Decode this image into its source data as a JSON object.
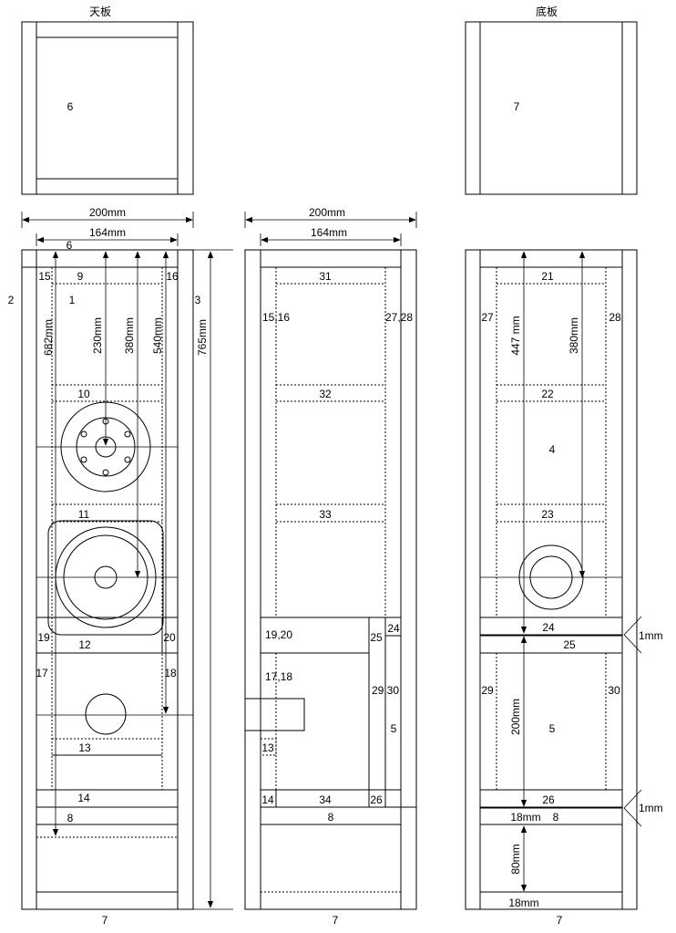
{
  "top_panel": {
    "title": "天板",
    "part": "6"
  },
  "bottom_panel": {
    "title": "底板",
    "part": "7"
  },
  "front": {
    "dims": {
      "outer_width": "200mm",
      "inner_width": "164mm",
      "d_682": "682mm",
      "d_230": "230mm",
      "d_380": "380mm",
      "d_540": "540mm",
      "d_765": "765mm"
    },
    "labels": {
      "top": "6",
      "left_side": "2",
      "right_side": "3",
      "front": "1",
      "bottom": "7",
      "p15": "15",
      "p9": "9",
      "p16": "16",
      "p10": "10",
      "p11": "11",
      "p19": "19",
      "p12": "12",
      "p20": "20",
      "p17": "17",
      "p18": "18",
      "p13": "13",
      "p14": "14",
      "p8": "8"
    }
  },
  "side": {
    "dims": {
      "outer_width": "200mm",
      "inner_width": "164mm"
    },
    "labels": {
      "p31": "31",
      "p1516": "15,16",
      "p2728": "27,28",
      "p32": "32",
      "p33": "33",
      "p1920": "19,20",
      "p25": "25",
      "p24": "24",
      "p1718": "17,18",
      "p2930": "29,30",
      "p5": "5",
      "p13": "13",
      "p14": "14",
      "p34": "34",
      "p26": "26",
      "p8": "8",
      "bottom": "7"
    }
  },
  "back": {
    "dims": {
      "d_447": "447 mm",
      "d_380": "380mm",
      "d_200": "200mm",
      "d_80": "80mm",
      "t_18a": "18mm",
      "t_18b": "18mm",
      "gap_a": "1mm",
      "gap_b": "1mm"
    },
    "labels": {
      "p21": "21",
      "p27": "27",
      "p28": "28",
      "p22": "22",
      "p4": "4",
      "p23": "23",
      "p24": "24",
      "p25": "25",
      "p29": "29",
      "p30": "30",
      "p5": "5",
      "p26": "26",
      "p8": "8",
      "bottom": "7"
    }
  }
}
